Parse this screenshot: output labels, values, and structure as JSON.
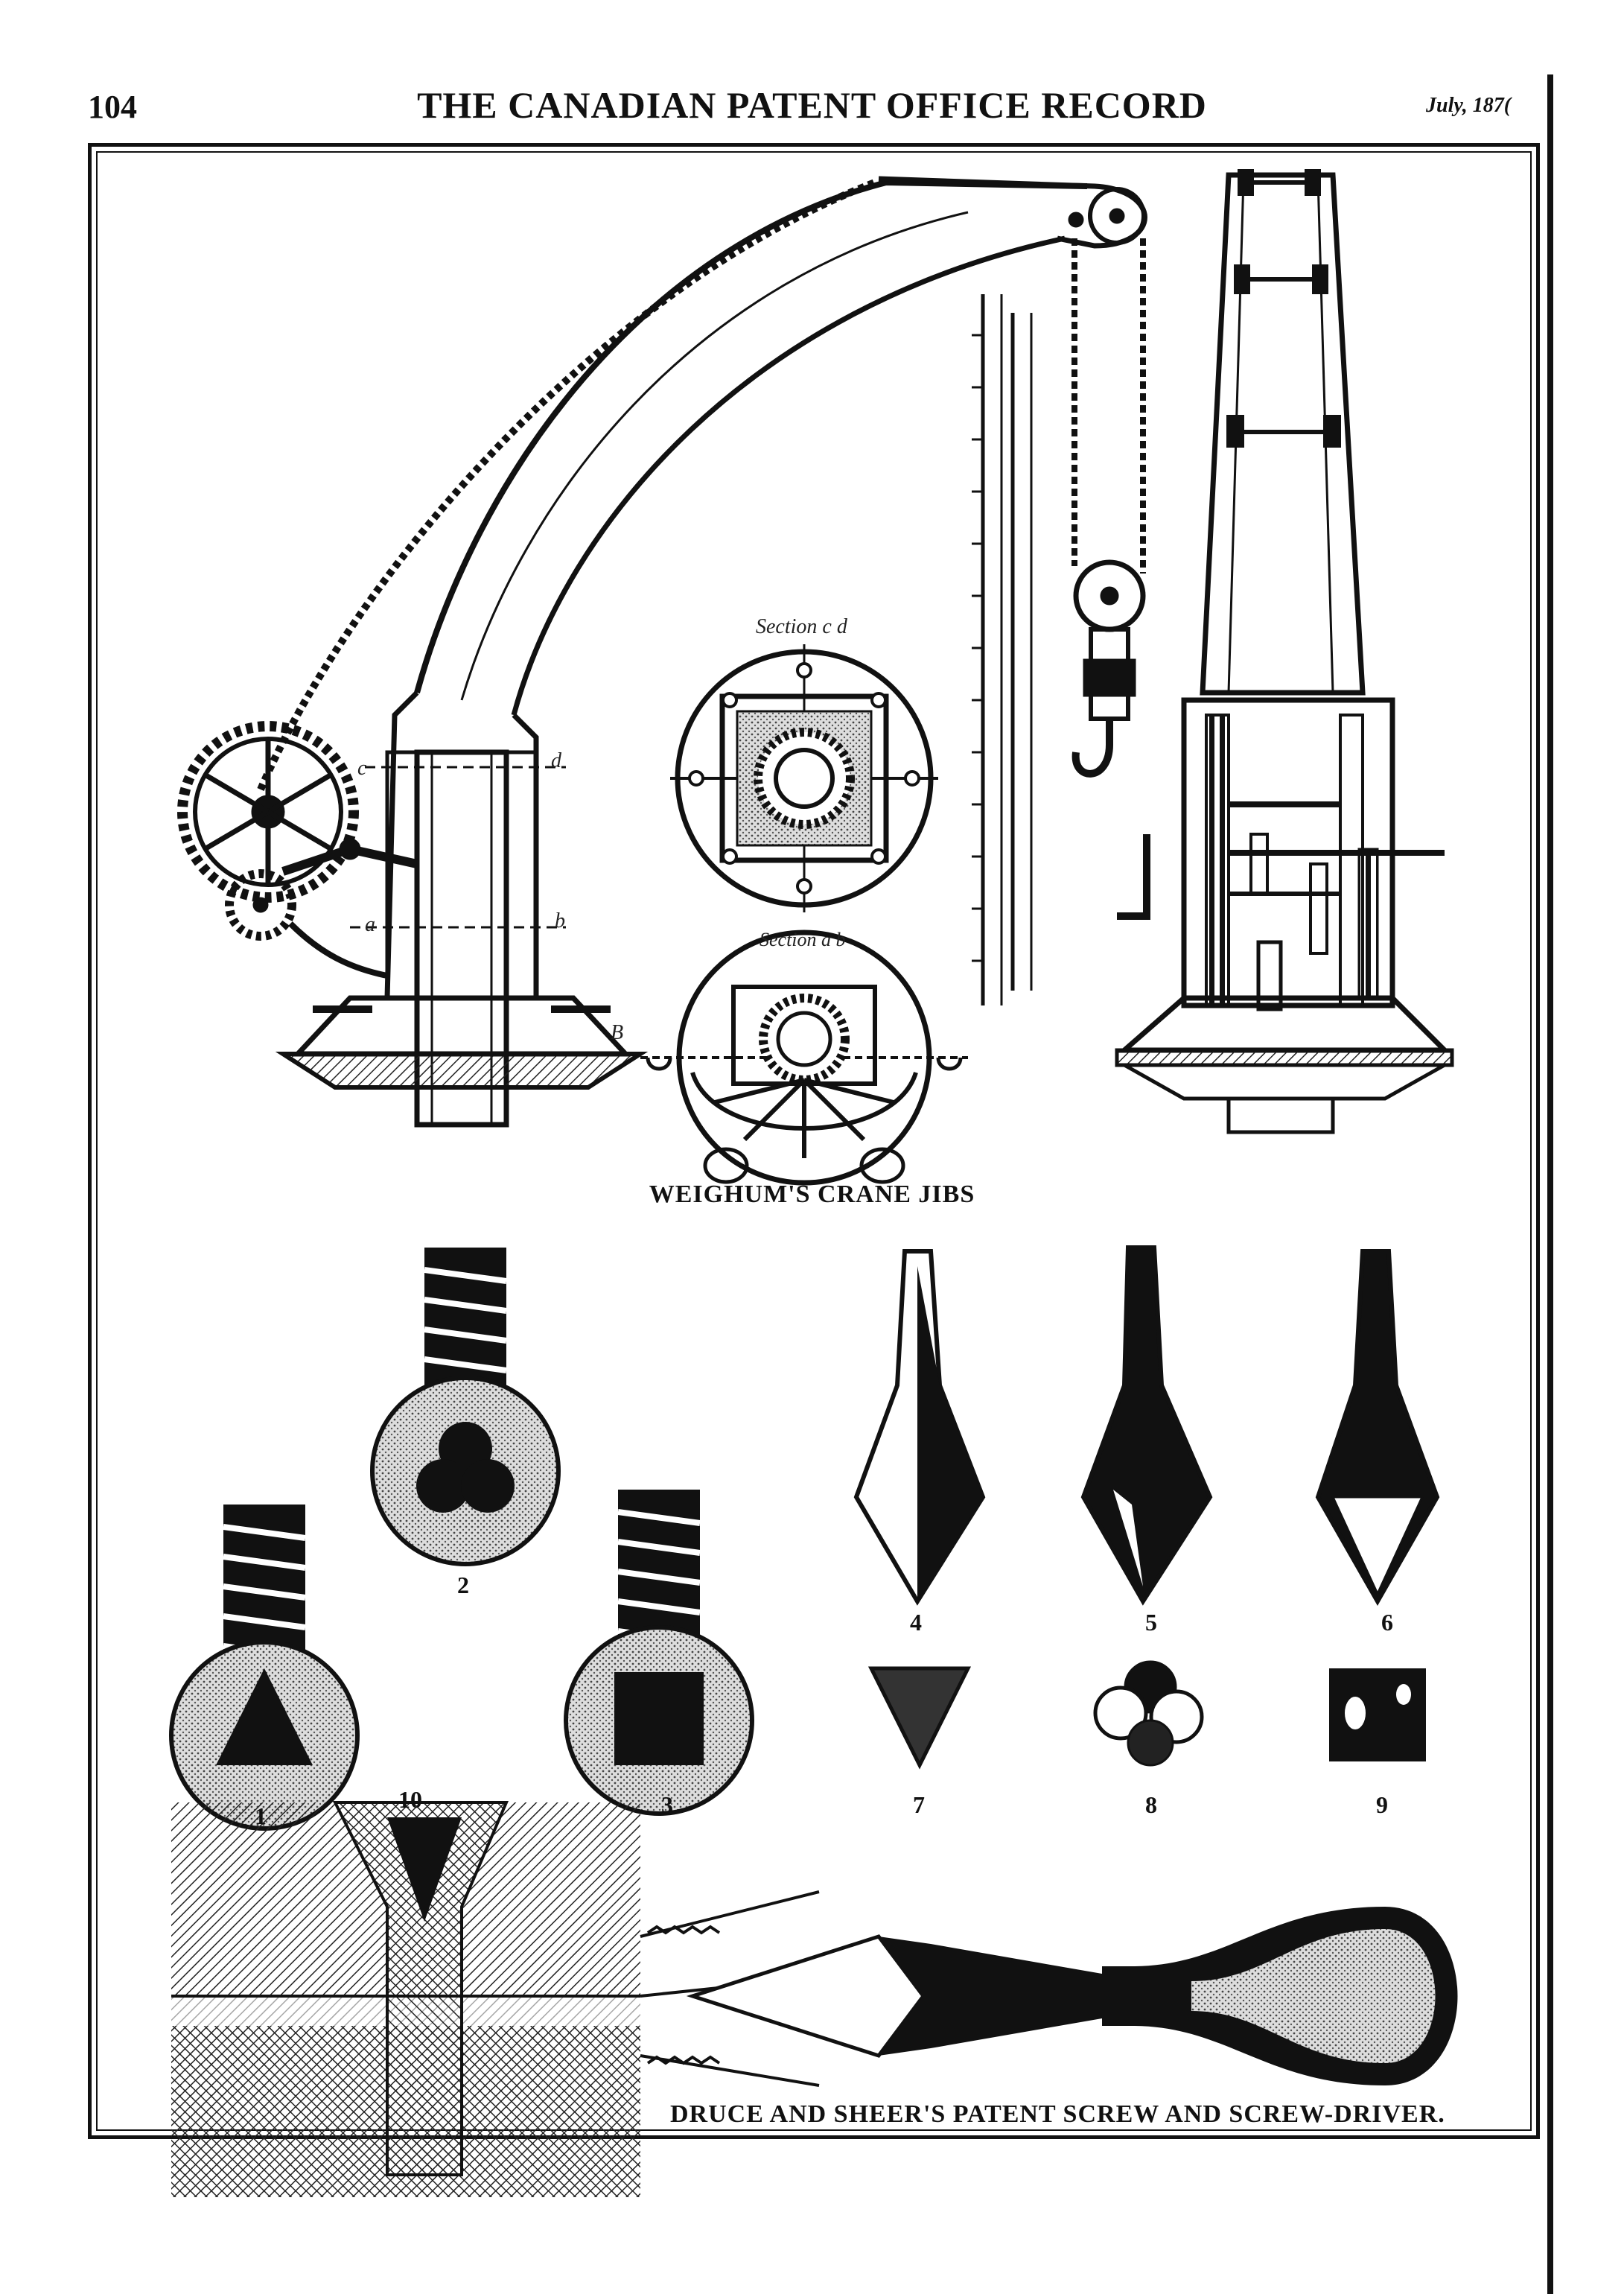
{
  "header": {
    "page_number": "104",
    "title": "THE CANADIAN PATENT OFFICE RECORD",
    "date": "July, 187("
  },
  "crane": {
    "caption": "WEIGHUM'S CRANE JIBS",
    "section_upper": "Section c d",
    "section_lower": "Section a b",
    "letters": [
      "c",
      "d",
      "a",
      "b",
      "B"
    ]
  },
  "screws": {
    "caption": "DRUCE AND SHEER'S PATENT SCREW AND SCREW-DRIVER.",
    "figures": [
      "1",
      "2",
      "3",
      "4",
      "5",
      "6",
      "7",
      "8",
      "9",
      "10"
    ]
  }
}
